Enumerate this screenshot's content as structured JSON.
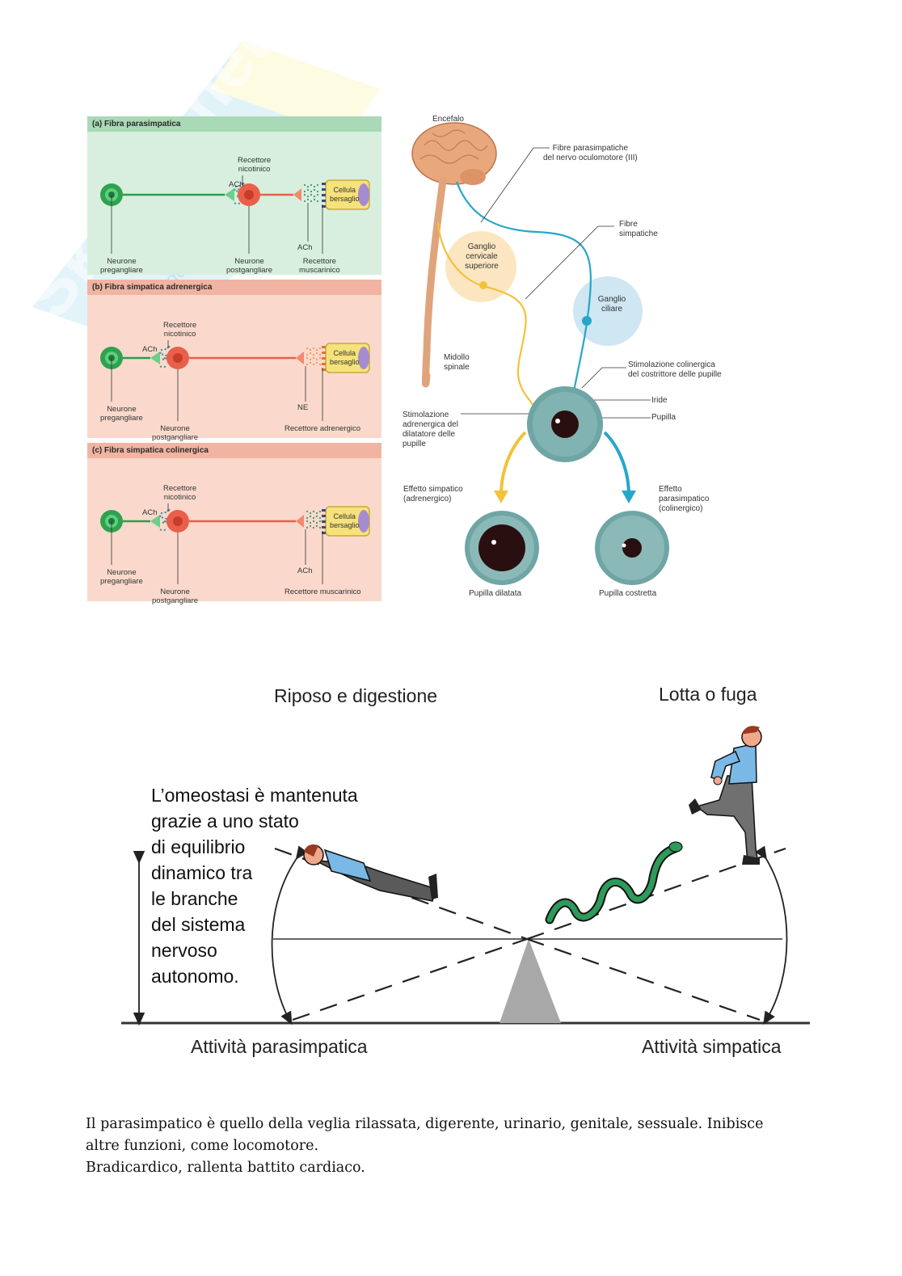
{
  "watermark": {
    "brand": "Skuola.net",
    "tagline": "il portale dello studente"
  },
  "neuron_panels": [
    {
      "title": "(a) Fibra parasimpatica",
      "labels": {
        "receptor_top": [
          "Recettore",
          "nicotinico"
        ],
        "ach_top": "ACh",
        "target_cell": [
          "Cellula",
          "bersaglio"
        ],
        "ach_bottom": "ACh",
        "pre": [
          "Neurone",
          "pregangliare"
        ],
        "post": [
          "Neurone",
          "postgangliare"
        ],
        "receptor_bottom": [
          "Recettore",
          "muscarinico"
        ]
      },
      "colors": {
        "header": "#a9d9b6",
        "body": "#d8efdf",
        "pre_fiber": "#2e9b4f",
        "post_fiber": "#e8604a"
      }
    },
    {
      "title": "(b) Fibra simpatica adrenergica",
      "labels": {
        "receptor_top": [
          "Recettore",
          "nicotinico"
        ],
        "ach_top": "ACh",
        "target_cell": [
          "Cellula",
          "bersaglio"
        ],
        "ach_bottom": "NE",
        "pre": [
          "Neurone",
          "pregangliare"
        ],
        "post": [
          "Neurone",
          "postgangliare"
        ],
        "receptor_bottom": [
          "Recettore adrenergico"
        ]
      },
      "colors": {
        "header": "#f2b4a2",
        "body": "#fad9cc",
        "pre_fiber": "#2e9b4f",
        "post_fiber": "#e8604a"
      }
    },
    {
      "title": "(c) Fibra simpatica colinergica",
      "labels": {
        "receptor_top": [
          "Recettore",
          "nicotinico"
        ],
        "ach_top": "ACh",
        "target_cell": [
          "Cellula",
          "bersaglio"
        ],
        "ach_bottom": "ACh",
        "pre": [
          "Neurone",
          "pregangliare"
        ],
        "post": [
          "Neurone",
          "postgangliare"
        ],
        "receptor_bottom": [
          "Recettore muscarinico"
        ]
      },
      "colors": {
        "header": "#f2b4a2",
        "body": "#fad9cc",
        "pre_fiber": "#2e9b4f",
        "post_fiber": "#e8604a"
      }
    }
  ],
  "eye_diagram": {
    "encefalo": "Encefalo",
    "fibre_parasimpatiche": [
      "Fibre parasimpatiche",
      "del nervo oculomotore (III)"
    ],
    "fibre_simpatiche": [
      "Fibre",
      "simpatiche"
    ],
    "ganglio_cervicale": [
      "Ganglio",
      "cervicale",
      "superiore"
    ],
    "ganglio_ciliare": [
      "Ganglio",
      "ciliare"
    ],
    "midollo": [
      "Midollo",
      "spinale"
    ],
    "stim_colinergica": [
      "Stimolazione colinergica",
      "del costrittore delle pupille"
    ],
    "iride": "Iride",
    "pupilla": "Pupilla",
    "stim_adrenergica": [
      "Stimolazione",
      "adrenergica del",
      "dilatatore delle",
      "pupille"
    ],
    "effetto_simpatico": [
      "Effetto simpatico",
      "(adrenergico)"
    ],
    "effetto_parasimpatico": [
      "Effetto",
      "parasimpatico",
      "(colinergico)"
    ],
    "pupilla_dilatata": "Pupilla dilatata",
    "pupilla_costretta": "Pupilla costretta",
    "colors": {
      "sympathetic": "#f2c23a",
      "parasympathetic": "#27a6c9",
      "brain": "#e9a77c",
      "iris": "#6fa5a5"
    }
  },
  "balance_diagram": {
    "title_left": "Riposo e digestione",
    "title_right": "Lotta o fuga",
    "homeostasis_text": [
      "L’omeostasi è mantenuta",
      "grazie a uno stato",
      "di equilibrio",
      "dinamico tra",
      "le branche",
      "del sistema",
      "nervoso",
      "autonomo."
    ],
    "label_left": "Attività parasimpatica",
    "label_right": "Attività simpatica"
  },
  "body_text": [
    "Il parasimpatico è quello della veglia rilassata, digerente, urinario, genitale, sessuale. Inibisce",
    "altre funzioni, come locomotore.",
    "Bradicardico, rallenta battito cardiaco."
  ]
}
